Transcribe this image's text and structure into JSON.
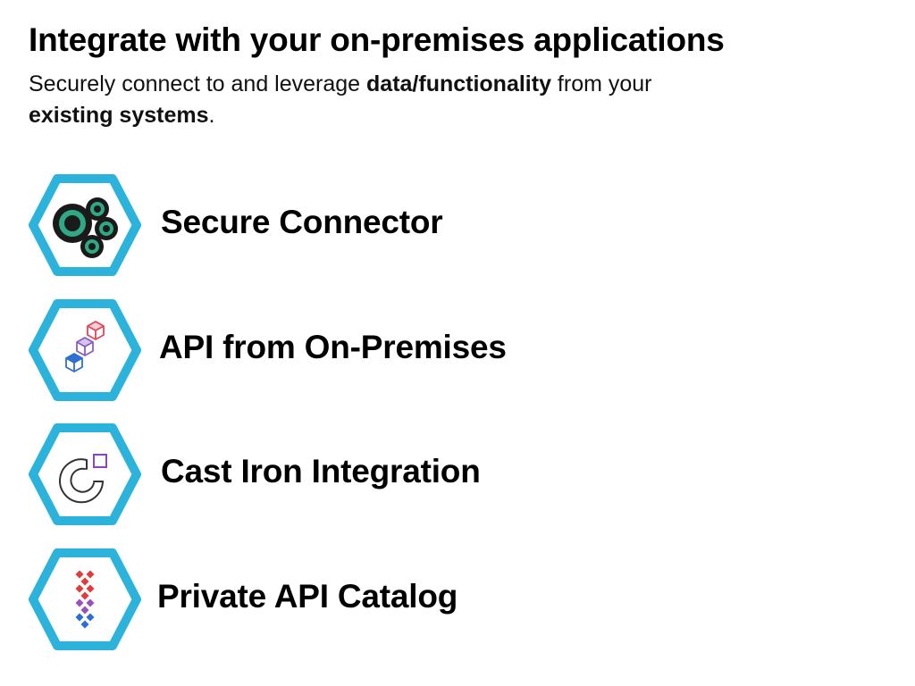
{
  "slide": {
    "title": "Integrate with your on-premises applications",
    "subtitle": {
      "part1": "Securely connect to and leverage ",
      "bold1": "data/functionality",
      "part2": " from your ",
      "bold2": "existing systems",
      "part3": "."
    }
  },
  "colors": {
    "hex_border": "#2bb3dc",
    "connector_green": "#2fa886",
    "connector_dark": "#1a1a1a",
    "api_red": "#e5455a",
    "api_purple": "#8a5cc8",
    "api_blue": "#2d6fd2",
    "castiron_gray": "#333333",
    "castiron_purple": "#8a44c4",
    "catalog_red": "#e23b3b",
    "catalog_purple": "#9a4fbf",
    "catalog_blue": "#2b6cd9"
  },
  "items": [
    {
      "label": "Secure Connector",
      "icon": "secure-connector-icon"
    },
    {
      "label": "API from On-Premises",
      "icon": "api-cubes-icon"
    },
    {
      "label": "Cast Iron Integration",
      "icon": "cast-iron-icon"
    },
    {
      "label": "Private API Catalog",
      "icon": "api-catalog-icon"
    }
  ]
}
